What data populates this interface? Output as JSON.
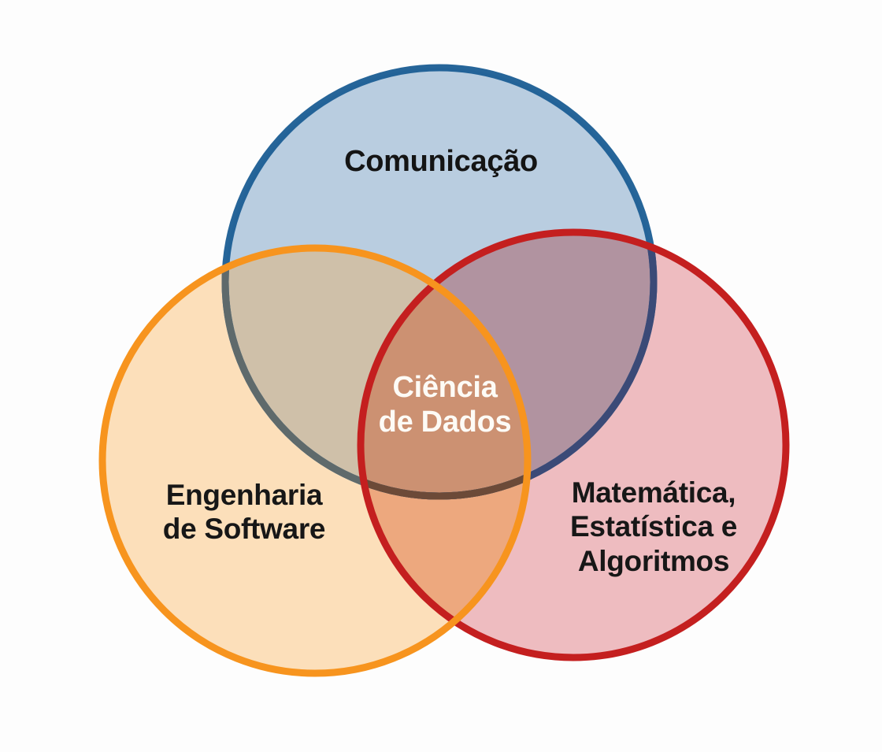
{
  "diagram": {
    "type": "venn",
    "title": "Ciência de Dados",
    "background_color": "#fdfdfd",
    "sets": [
      {
        "id": "communication",
        "label": "Comunicação",
        "fill_color": "#b9cde0",
        "stroke_color": "#1a5d94",
        "position": "top"
      },
      {
        "id": "software-engineering",
        "label": "Engenharia\nde Software",
        "fill_color": "#fcdfba",
        "stroke_color": "#f7941e",
        "position": "bottom-left"
      },
      {
        "id": "math-statistics",
        "label": "Matemática,\nEstatística e\nAlgoritmos",
        "fill_color": "#eebcc0",
        "stroke_color": "#c41f1f",
        "position": "bottom-right"
      }
    ],
    "intersections": [
      {
        "id": "communication-software",
        "sets": [
          "communication",
          "software-engineering"
        ],
        "fill_color": "#cfc0a9",
        "label": ""
      },
      {
        "id": "communication-math",
        "sets": [
          "communication",
          "math-statistics"
        ],
        "fill_color": "#b193a0",
        "label": ""
      },
      {
        "id": "software-math",
        "sets": [
          "software-engineering",
          "math-statistics"
        ],
        "fill_color": "#eda87e",
        "label": ""
      },
      {
        "id": "center",
        "sets": [
          "communication",
          "software-engineering",
          "math-statistics"
        ],
        "fill_color": "#cc9172",
        "label": "Ciência\nde Dados",
        "label_color": "#fdfbf6"
      }
    ]
  }
}
